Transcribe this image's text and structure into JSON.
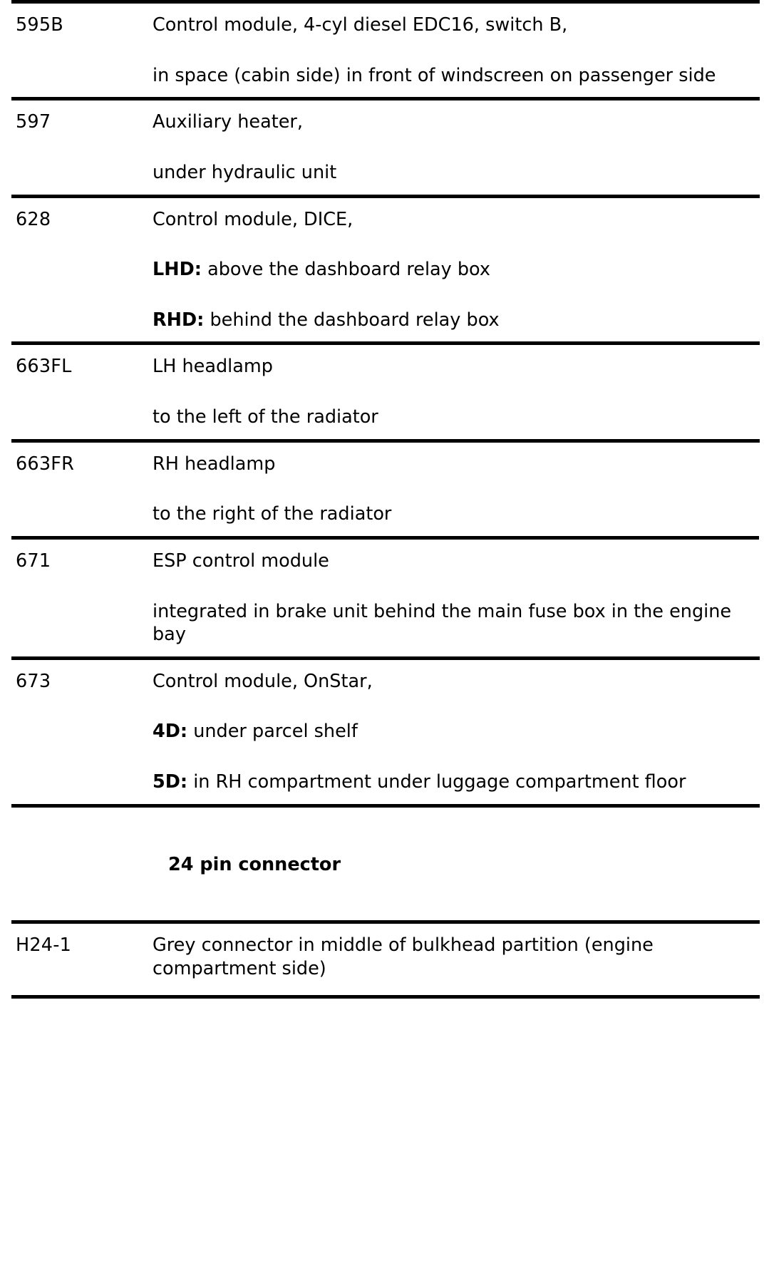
{
  "document": {
    "type": "component-location-table",
    "columns": [
      "code",
      "description"
    ],
    "sections": [
      {
        "id": "components",
        "heading": null,
        "rows": [
          {
            "code": "595B",
            "lines": [
              {
                "prefix": "",
                "text": "Control module, 4-cyl diesel EDC16, switch B,"
              },
              {
                "prefix": "",
                "text": "in space (cabin side) in front of windscreen on passenger side"
              }
            ]
          },
          {
            "code": "597",
            "lines": [
              {
                "prefix": "",
                "text": "Auxiliary heater,"
              },
              {
                "prefix": "",
                "text": "under hydraulic unit"
              }
            ]
          },
          {
            "code": "628",
            "lines": [
              {
                "prefix": "",
                "text": "Control module, DICE,"
              },
              {
                "prefix": "LHD:",
                "text": "above the dashboard relay box"
              },
              {
                "prefix": "RHD:",
                "text": "behind the dashboard relay box"
              }
            ]
          },
          {
            "code": "663FL",
            "lines": [
              {
                "prefix": "",
                "text": "LH headlamp"
              },
              {
                "prefix": "",
                "text": "to the left of the radiator"
              }
            ]
          },
          {
            "code": "663FR",
            "lines": [
              {
                "prefix": "",
                "text": "RH headlamp"
              },
              {
                "prefix": "",
                "text": "to the right of the radiator"
              }
            ]
          },
          {
            "code": "671",
            "lines": [
              {
                "prefix": "",
                "text": "ESP control module"
              },
              {
                "prefix": "",
                "text": "integrated in brake unit behind the main fuse box in the engine bay"
              }
            ]
          },
          {
            "code": "673",
            "lines": [
              {
                "prefix": "",
                "text": "Control module, OnStar,"
              },
              {
                "prefix": "4D:",
                "text": "under parcel shelf"
              },
              {
                "prefix": "5D:",
                "text": "in RH compartment under luggage compartment floor"
              }
            ]
          }
        ]
      },
      {
        "id": "connector-24pin",
        "heading": "24 pin connector",
        "rows": [
          {
            "code": "H24-1",
            "lines": [
              {
                "prefix": "",
                "text": "Grey connector in middle of bulkhead partition (engine compartment side)"
              }
            ]
          }
        ]
      }
    ]
  },
  "colors": {
    "text": "#000000",
    "rule": "#000000",
    "background": "#ffffff"
  }
}
